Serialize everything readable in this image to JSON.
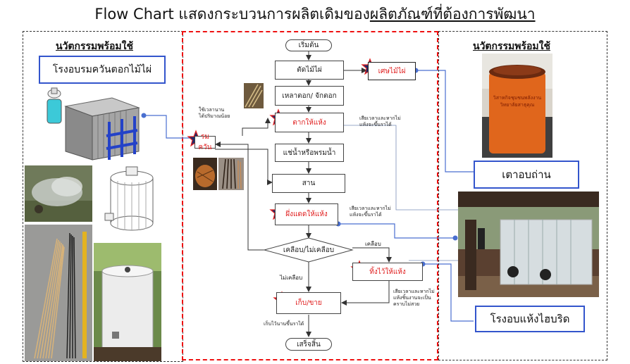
{
  "title": {
    "main": "Flow Chart แสดงกระบวนการผลิตเดิมของ",
    "underlined": "ผลิตภัณฑ์ที่ต้องการพัฒนา"
  },
  "left_panel": {
    "header": "นวัตกรรมพร้อมใช้",
    "box_label": "โรงอบรมควันตอกไม้ไผ่"
  },
  "right_panel": {
    "header": "นวัตกรรมพร้อมใช้",
    "box1_label": "เตาอบถ่าน",
    "box2_label": "โรงอบแห้งไฮบริด",
    "tank_text": "วิสาหกิจชุมชนพลังงาน วิทยาลัยสาธุคุณ"
  },
  "flow": {
    "start": "เริ่มต้น",
    "cut": "ตัดไม้ไผ่",
    "waste": "เศษไม้ไผ่",
    "shave": "เหลาตอก/ จักตอก",
    "dry_sun": "ตากให้แห้ง",
    "smoke": "รมควัน",
    "soak": "แช่น้ำหรือพรมน้ำ",
    "weave": "สาน",
    "sun_dry2": "ผึ่งแดดให้แห้ง",
    "decision": "เคลือบ/ไม่เคลือบ",
    "leave_dry": "ทิ้งไว้ให้แห้ง",
    "store": "เก็บ/ขาย",
    "end": "เสร็จสิ้น",
    "label_coat": "เคลือบ",
    "label_nocoat": "ไม่เคลือบ",
    "note_smoke": [
      "ใช้เวลานาน",
      "ได้ปริมาณน้อย"
    ],
    "note_dry1": [
      "เสียเวลาและหากไม่",
      "แห้งจะขึ้นราได้"
    ],
    "note_dry2": [
      "เสียเวลาและหากไม่",
      "แห้งจะขึ้นราได้"
    ],
    "note_leave": [
      "เสียเวลาและหากไม่",
      "แห้งชิ้นงานจะเป็น",
      "คราบไม่สวย"
    ],
    "note_store": "เก็บไว้นานขึ้นราได้"
  },
  "colors": {
    "red": "#e02020",
    "blue": "#3355cc",
    "connector": "#4a6fd0"
  }
}
